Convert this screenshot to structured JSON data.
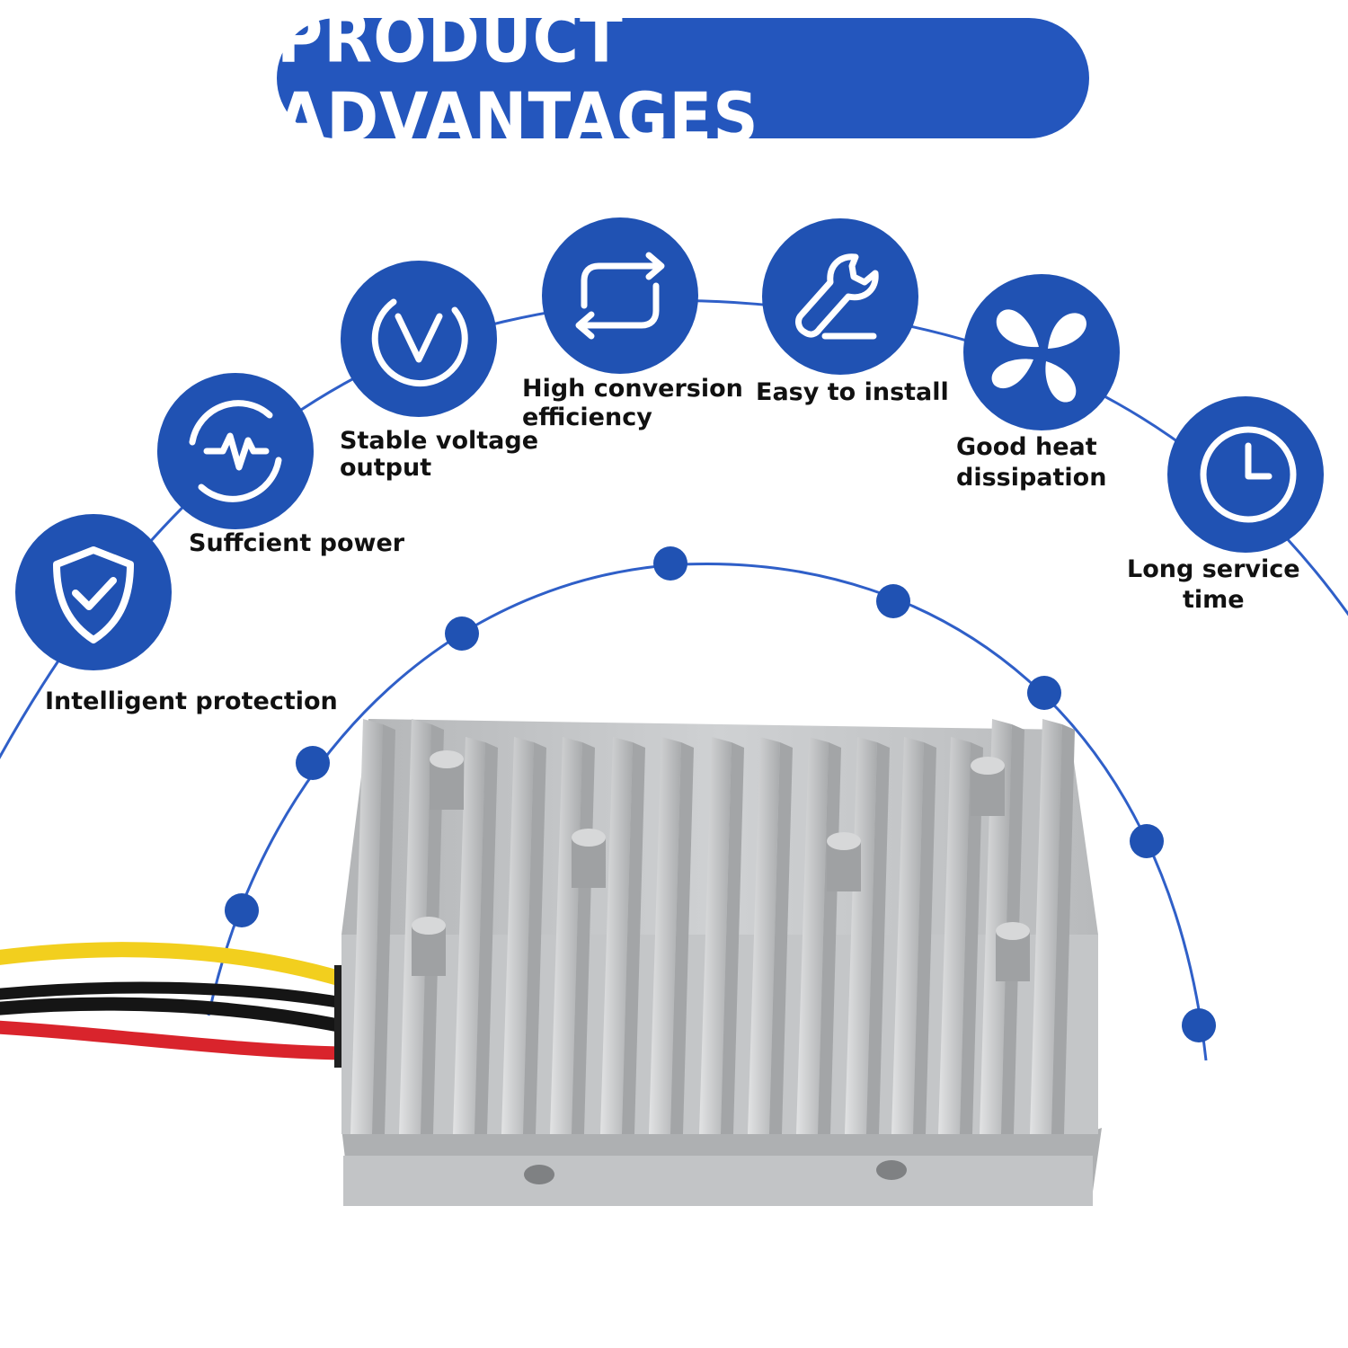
{
  "title": "PRODUCT ADVANTAGES",
  "colors": {
    "brand_blue": "#2052b3",
    "pill_blue": "#2456bd",
    "arc_blue": "#2f5fc8",
    "wire_yellow": "#f2cf1e",
    "wire_black": "#151515",
    "wire_red": "#d9242c",
    "aluminum": "#c6c8ca"
  },
  "features": [
    {
      "icon": "shield-check-icon",
      "label_lines": [
        "Intelligent protection"
      ]
    },
    {
      "icon": "pulse-icon",
      "label_lines": [
        "Suffcient power"
      ]
    },
    {
      "icon": "v-circle-icon",
      "label_lines": [
        "Stable voltage",
        "output"
      ]
    },
    {
      "icon": "loop-arrows-icon",
      "label_lines": [
        "High conversion",
        "efficiency"
      ]
    },
    {
      "icon": "wrench-icon",
      "label_lines": [
        "Easy to install"
      ]
    },
    {
      "icon": "fan-icon",
      "label_lines": [
        "Good heat",
        "dissipation"
      ]
    },
    {
      "icon": "clock-icon",
      "label_lines": [
        "Long service",
        "time"
      ]
    }
  ]
}
